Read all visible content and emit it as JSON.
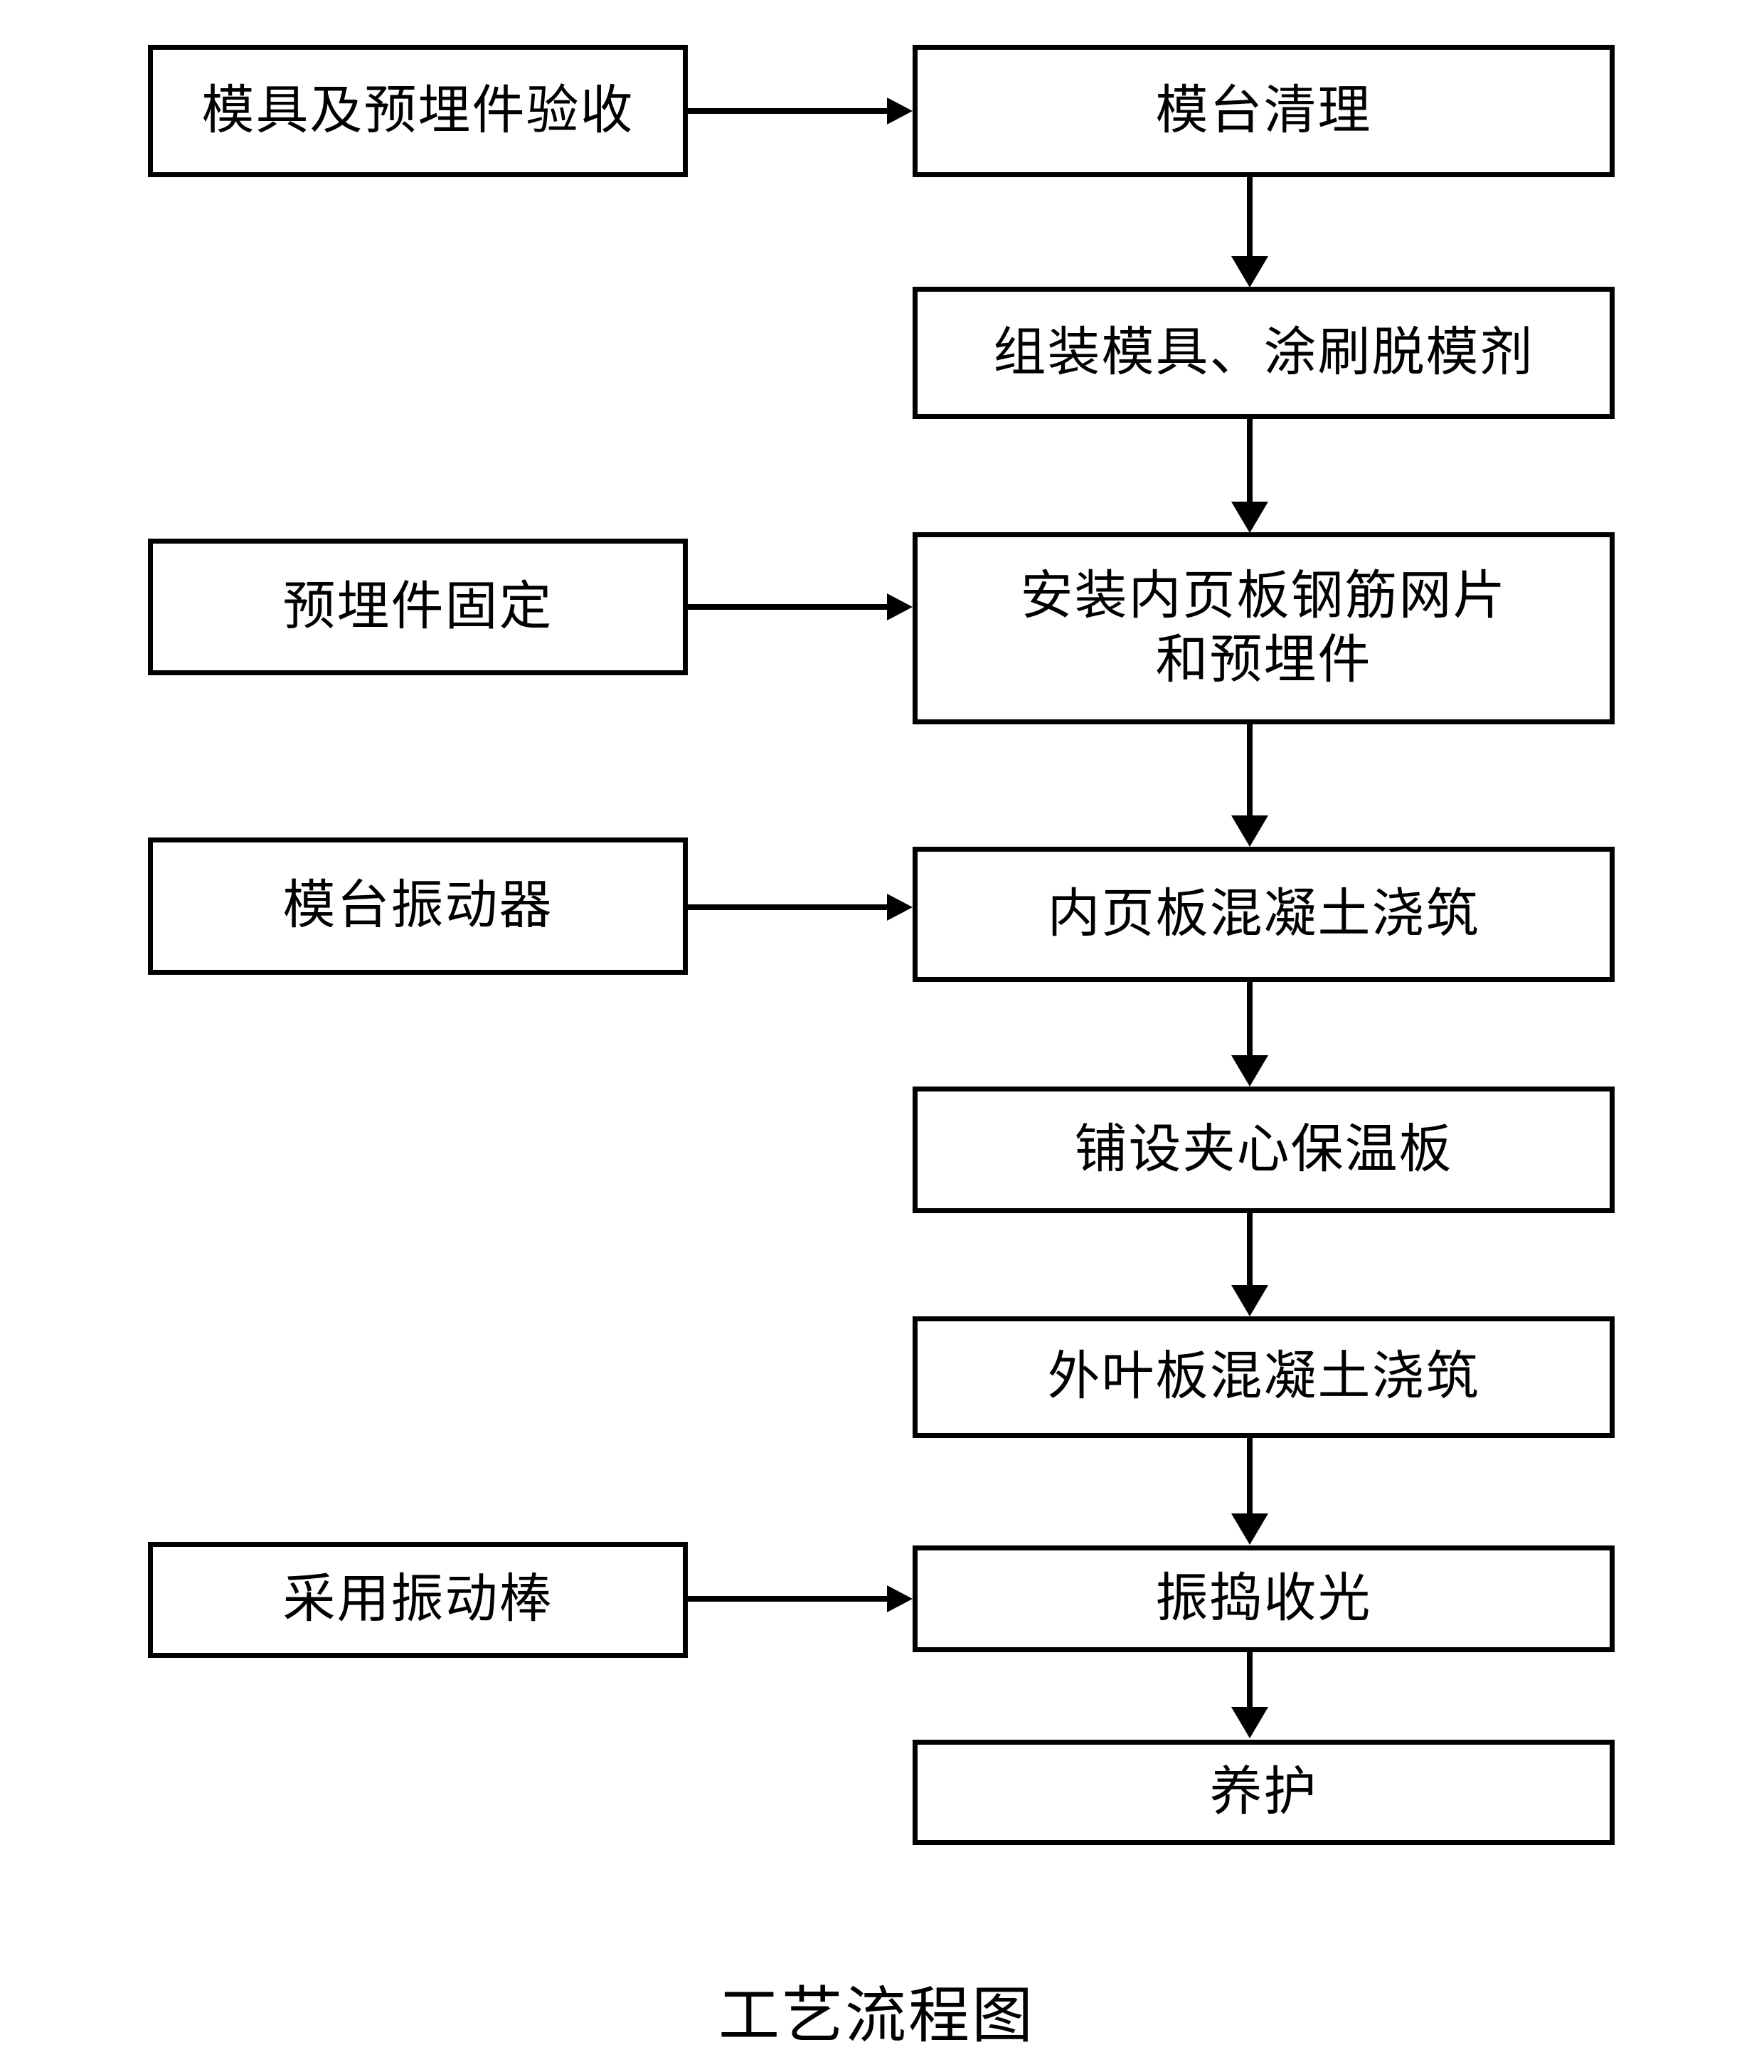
{
  "diagram": {
    "title": "工艺流程图",
    "main_flow": [
      {
        "id": "mold-table-cleaning",
        "text": "模台清理"
      },
      {
        "id": "assemble-mold-release-agent",
        "text": "组装模具、涂刷脱模剂"
      },
      {
        "id": "install-inner-panel-mesh-embedded",
        "text": "安装内页板钢筋网片\n和预埋件"
      },
      {
        "id": "inner-panel-concrete-pour",
        "text": "内页板混凝土浇筑"
      },
      {
        "id": "lay-sandwich-insulation-board",
        "text": "铺设夹心保温板"
      },
      {
        "id": "outer-panel-concrete-pour",
        "text": "外叶板混凝土浇筑"
      },
      {
        "id": "vibrate-and-finish",
        "text": "振捣收光"
      },
      {
        "id": "curing",
        "text": "养护"
      }
    ],
    "side_inputs": [
      {
        "id": "mold-embedded-acceptance",
        "text": "模具及预埋件验收",
        "target": "mold-table-cleaning"
      },
      {
        "id": "embedded-part-fixing",
        "text": "预埋件固定",
        "target": "install-inner-panel-mesh-embedded"
      },
      {
        "id": "mold-table-vibrator",
        "text": "模台振动器",
        "target": "inner-panel-concrete-pour"
      },
      {
        "id": "use-vibrating-rod",
        "text": "采用振动棒",
        "target": "vibrate-and-finish"
      }
    ],
    "colors": {
      "stroke": "#000000",
      "fill": "#ffffff",
      "text": "#000000"
    }
  }
}
